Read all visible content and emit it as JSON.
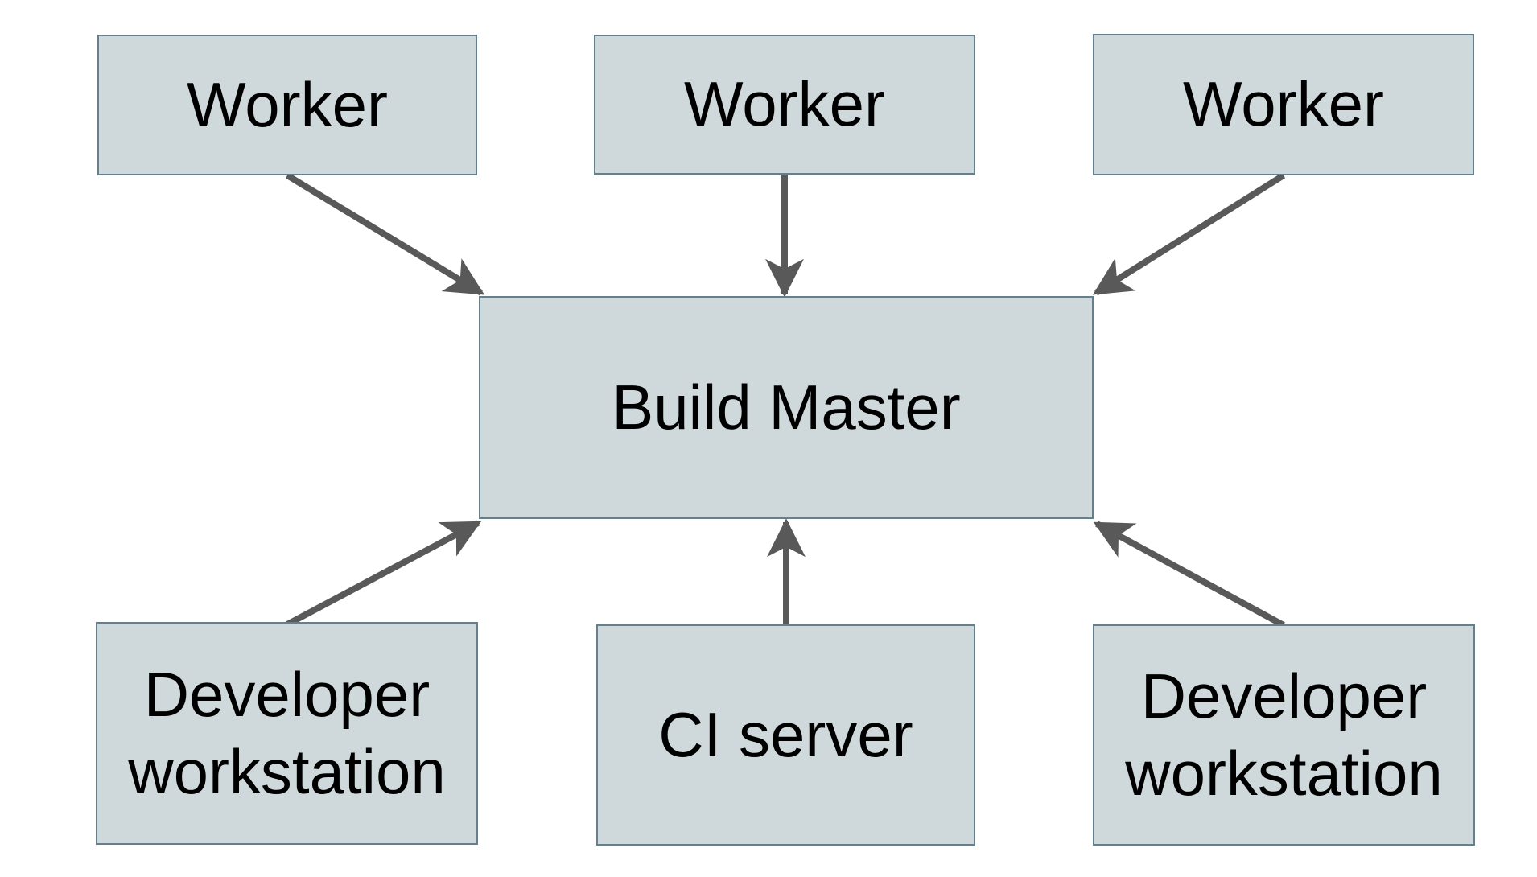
{
  "diagram": {
    "type": "architecture-diagram",
    "background": "#ffffff",
    "colors": {
      "node_fill": "#cfd8da",
      "node_border": "#64808c",
      "arrow": "#595959",
      "text": "#000000"
    },
    "nodes": [
      {
        "id": "worker-1",
        "label": "Worker"
      },
      {
        "id": "worker-2",
        "label": "Worker"
      },
      {
        "id": "worker-3",
        "label": "Worker"
      },
      {
        "id": "build-master",
        "label": "Build Master"
      },
      {
        "id": "developer-workstation-left",
        "label": "Developer workstation"
      },
      {
        "id": "ci-server",
        "label": "CI server"
      },
      {
        "id": "developer-workstation-right",
        "label": "Developer workstation"
      }
    ],
    "edges": [
      {
        "from": "worker-1",
        "to": "build-master"
      },
      {
        "from": "worker-2",
        "to": "build-master"
      },
      {
        "from": "worker-3",
        "to": "build-master"
      },
      {
        "from": "developer-workstation-left",
        "to": "build-master"
      },
      {
        "from": "ci-server",
        "to": "build-master"
      },
      {
        "from": "developer-workstation-right",
        "to": "build-master"
      }
    ]
  }
}
